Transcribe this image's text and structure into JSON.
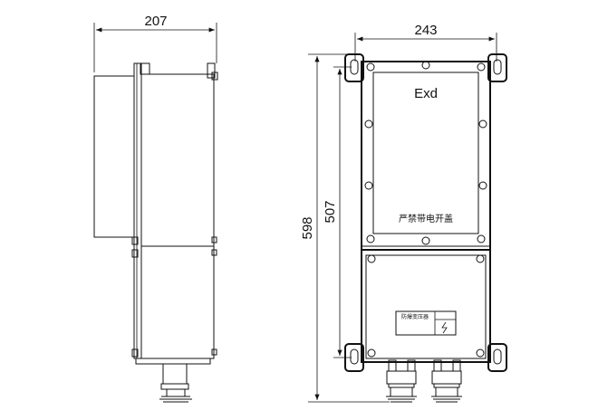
{
  "side_view": {
    "width_dim": "207"
  },
  "front_view": {
    "width_dim": "243",
    "total_height_dim": "598",
    "mount_height_dim": "507",
    "exd_mark": "Exd",
    "warning_text": "严禁带电开盖",
    "nameplate_text": "防爆变压器"
  }
}
